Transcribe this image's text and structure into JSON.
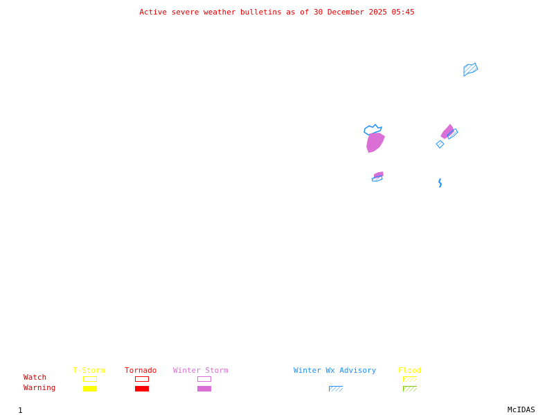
{
  "title": "Active severe weather bulletins as of 30 December 2025 05:45",
  "colors": {
    "title": "#e00000",
    "row_label": "#cc0000",
    "tstorm": "#ffff00",
    "tornado": "#ff0000",
    "winter_storm": "#da70d6",
    "winter_wx_advisory": "#1e90ff",
    "flood_watch": "#ffff00",
    "flood_warning": "#7ccd00",
    "footer": "#000000"
  },
  "legend": {
    "rows": {
      "watch": "Watch",
      "warning": "Warning"
    },
    "categories": {
      "tstorm": "T-Storm",
      "tornado": "Tornado",
      "winter_storm": "Winter Storm",
      "winter_wx_advisory": "Winter Wx Advisory",
      "flood": "Flood"
    }
  },
  "map_areas": [
    {
      "name": "winter-storm-area-1",
      "type": "winter_storm"
    },
    {
      "name": "winter-wx-advisory-area-1",
      "type": "winter_wx_advisory"
    },
    {
      "name": "winter-storm-area-2",
      "type": "winter_storm"
    },
    {
      "name": "winter-wx-advisory-area-2",
      "type": "winter_wx_advisory"
    },
    {
      "name": "winter-wx-advisory-area-3",
      "type": "winter_wx_advisory"
    },
    {
      "name": "winter-storm-area-3",
      "type": "winter_storm"
    },
    {
      "name": "winter-wx-advisory-area-4",
      "type": "winter_wx_advisory"
    },
    {
      "name": "winter-wx-advisory-area-5",
      "type": "winter_wx_advisory"
    }
  ],
  "footer": {
    "frame_number": "1",
    "software": "McIDAS"
  }
}
